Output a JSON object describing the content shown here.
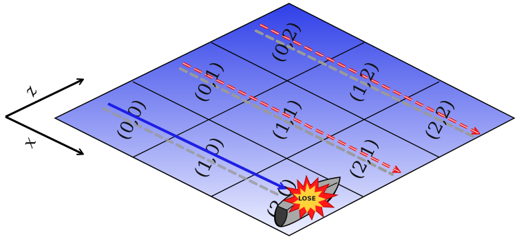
{
  "axes": {
    "z_label": "z",
    "x_label": "x"
  },
  "cells": [
    {
      "id": "cell-0-0",
      "label": "(0,0)"
    },
    {
      "id": "cell-0-1",
      "label": "(0,1)"
    },
    {
      "id": "cell-0-2",
      "label": "(0,2)"
    },
    {
      "id": "cell-1-0",
      "label": "(1,0)"
    },
    {
      "id": "cell-1-1",
      "label": "(1,1)"
    },
    {
      "id": "cell-1-2",
      "label": "(1,2)"
    },
    {
      "id": "cell-2-0",
      "label": "(2,0)"
    },
    {
      "id": "cell-2-1",
      "label": "(2,1)"
    },
    {
      "id": "cell-2-2",
      "label": "(2,2)"
    }
  ],
  "outcome": {
    "burst_text": "LOSE"
  },
  "colors": {
    "board_top": "#2f3fe8",
    "board_bottom": "#e8eaff",
    "player_path": "#1e1ee6",
    "enemy_path": "#ee1111",
    "shadow_path": "#9a9a9a",
    "burst_outer": "#ff1a1a",
    "burst_inner": "#ffd23a"
  }
}
